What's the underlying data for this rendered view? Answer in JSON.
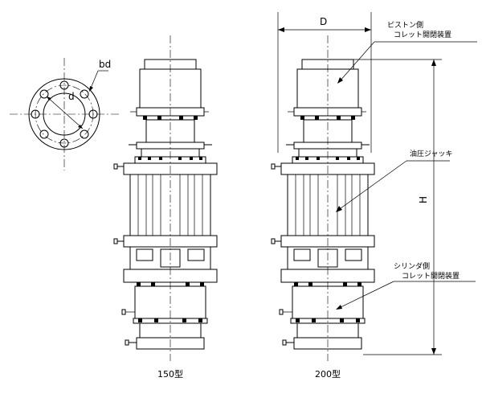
{
  "labels": {
    "flange_bolt_dia": "bd",
    "flange_dia": "d",
    "width_dim": "D",
    "height_dim": "H",
    "piston_collet_line1": "ピストン側",
    "piston_collet_line2": "コレット開閉装置",
    "jack_label": "油圧ジャッキ",
    "cylinder_collet_line1": "シリンダ側",
    "cylinder_collet_line2": "コレット開閉装置",
    "model_150": "150型",
    "model_200": "200型"
  }
}
